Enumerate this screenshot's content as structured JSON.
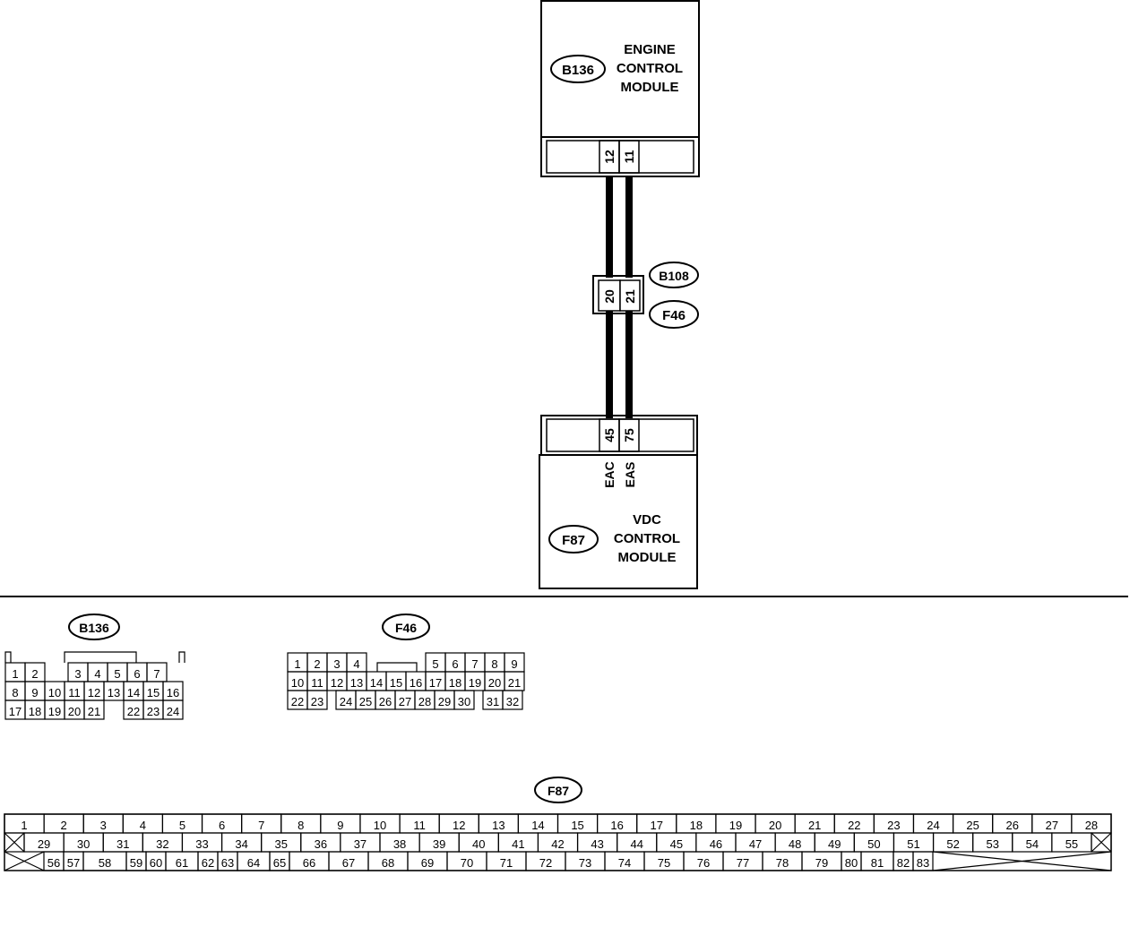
{
  "modules": {
    "ecm": {
      "id": "B136",
      "name_lines": [
        "ENGINE",
        "CONTROL",
        "MODULE"
      ],
      "pins": [
        "12",
        "11"
      ]
    },
    "vdc": {
      "id": "F87",
      "name_lines": [
        "VDC",
        "CONTROL",
        "MODULE"
      ],
      "pins": [
        "45",
        "75"
      ],
      "signals": [
        "EAC",
        "EAS"
      ]
    }
  },
  "inline_connector": {
    "ids": [
      "B108",
      "F46"
    ],
    "pins": [
      "20",
      "21"
    ]
  },
  "connector_views": {
    "b136": {
      "id": "B136",
      "rows": [
        [
          "1",
          "2",
          "",
          "3",
          "4",
          "5",
          "6",
          "7"
        ],
        [
          "8",
          "9",
          "10",
          "11",
          "12",
          "13",
          "14",
          "15",
          "16"
        ],
        [
          "17",
          "18",
          "19",
          "20",
          "21",
          "",
          "22",
          "23",
          "24"
        ]
      ]
    },
    "f46": {
      "id": "F46",
      "rows": [
        [
          "1",
          "2",
          "3",
          "4",
          "",
          "5",
          "6",
          "7",
          "8",
          "9"
        ],
        [
          "10",
          "11",
          "12",
          "13",
          "14",
          "15",
          "16",
          "17",
          "18",
          "19",
          "20",
          "21"
        ],
        [
          "22",
          "23",
          "",
          "24",
          "25",
          "26",
          "27",
          "28",
          "29",
          "30",
          "",
          "31",
          "32"
        ]
      ]
    },
    "f87": {
      "id": "F87",
      "row1": [
        "1",
        "2",
        "3",
        "4",
        "5",
        "6",
        "7",
        "8",
        "9",
        "10",
        "11",
        "12",
        "13",
        "14",
        "15",
        "16",
        "17",
        "18",
        "19",
        "20",
        "21",
        "22",
        "23",
        "24",
        "25",
        "26",
        "27",
        "28"
      ],
      "row2": [
        "29",
        "30",
        "31",
        "32",
        "33",
        "34",
        "35",
        "36",
        "37",
        "38",
        "39",
        "40",
        "41",
        "42",
        "43",
        "44",
        "45",
        "46",
        "47",
        "48",
        "49",
        "50",
        "51",
        "52",
        "53",
        "54",
        "55"
      ],
      "row3": [
        "56",
        "57",
        "58",
        "59",
        "60",
        "61",
        "62",
        "63",
        "64",
        "65",
        "66",
        "67",
        "68",
        "69",
        "70",
        "71",
        "72",
        "73",
        "74",
        "75",
        "76",
        "77",
        "78",
        "79",
        "80",
        "81",
        "82",
        "83"
      ]
    }
  }
}
